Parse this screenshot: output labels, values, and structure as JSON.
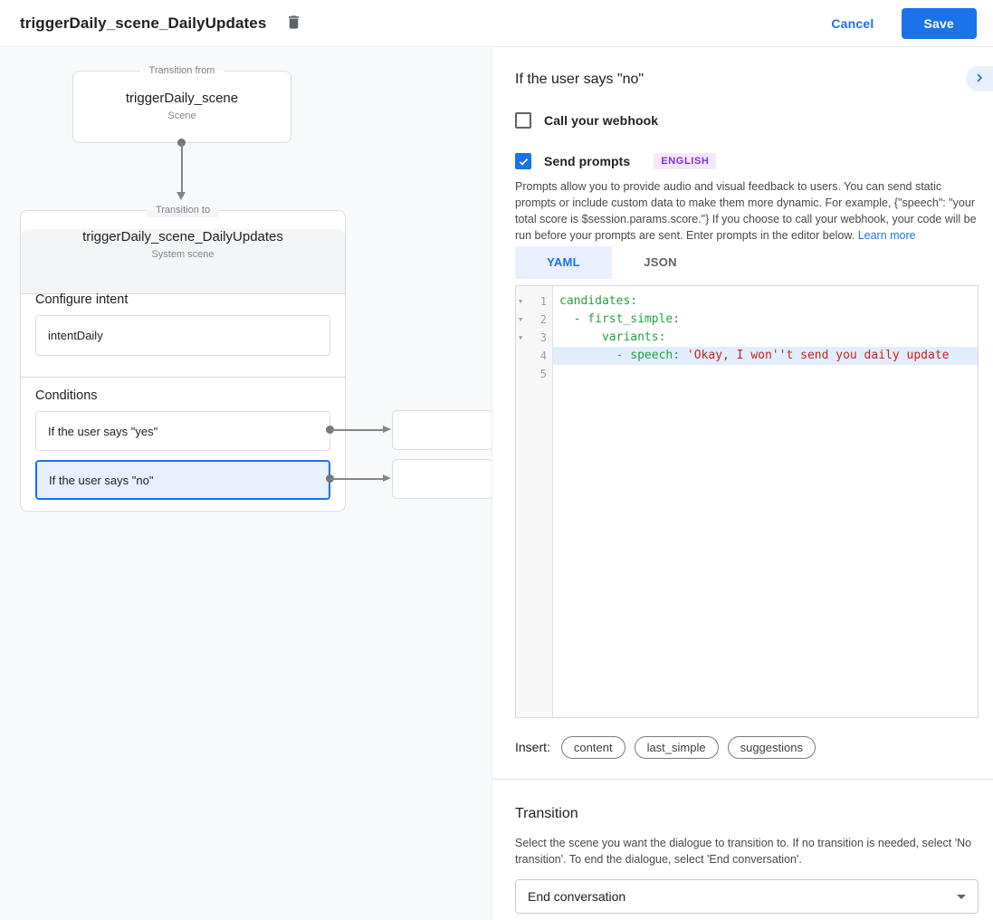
{
  "colors": {
    "accent": "#1a73e8",
    "selected_bg": "#e8f0fe",
    "code_green": "#23a042",
    "code_red": "#c5221f",
    "badge_bg": "#f3e8fd",
    "badge_text": "#8430ce"
  },
  "header": {
    "title": "triggerDaily_scene_DailyUpdates",
    "cancel": "Cancel",
    "save": "Save"
  },
  "diagram": {
    "from_box": {
      "legend": "Transition from",
      "title": "triggerDaily_scene",
      "subtitle": "Scene"
    },
    "to_box": {
      "legend": "Transition to",
      "title": "triggerDaily_scene_DailyUpdates",
      "subtitle": "System scene",
      "configure_intent_label": "Configure intent",
      "intent_value": "intentDaily",
      "conditions_label": "Conditions",
      "conditions": [
        {
          "label": "If the user says \"yes\"",
          "selected": false
        },
        {
          "label": "If the user says \"no\"",
          "selected": true
        }
      ]
    }
  },
  "panel": {
    "title": "If the user says \"no\"",
    "webhook_checkbox": {
      "label": "Call your webhook",
      "checked": false
    },
    "prompts_checkbox": {
      "label": "Send prompts",
      "checked": true,
      "badge": "ENGLISH"
    },
    "description": "Prompts allow you to provide audio and visual feedback to users. You can send static prompts or include custom data to make them more dynamic. For example, {\"speech\": \"your total score is $session.params.score.\"} If you choose to call your webhook, your code will be run before your prompts are sent. Enter prompts in the editor below.",
    "learn_more": "Learn more",
    "tabs": [
      {
        "label": "YAML",
        "active": true
      },
      {
        "label": "JSON",
        "active": false
      }
    ],
    "editor": {
      "lines": [
        {
          "num": 1,
          "fold": true,
          "highlight": false,
          "segments": [
            {
              "text": "candidates:",
              "color": "green"
            }
          ]
        },
        {
          "num": 2,
          "fold": true,
          "highlight": false,
          "segments": [
            {
              "text": "  - first_simple:",
              "color": "green"
            }
          ]
        },
        {
          "num": 3,
          "fold": true,
          "highlight": false,
          "segments": [
            {
              "text": "      variants:",
              "color": "green"
            }
          ]
        },
        {
          "num": 4,
          "fold": false,
          "highlight": true,
          "segments": [
            {
              "text": "        - speech: ",
              "color": "green"
            },
            {
              "text": "'Okay, I won''t send you daily update",
              "color": "red"
            }
          ]
        },
        {
          "num": 5,
          "fold": false,
          "highlight": false,
          "segments": []
        }
      ]
    },
    "insert_label": "Insert:",
    "insert_chips": [
      "content",
      "last_simple",
      "suggestions"
    ],
    "transition": {
      "title": "Transition",
      "description": "Select the scene you want the dialogue to transition to. If no transition is needed, select 'No transition'. To end the dialogue, select 'End conversation'.",
      "dropdown_value": "End conversation"
    }
  }
}
